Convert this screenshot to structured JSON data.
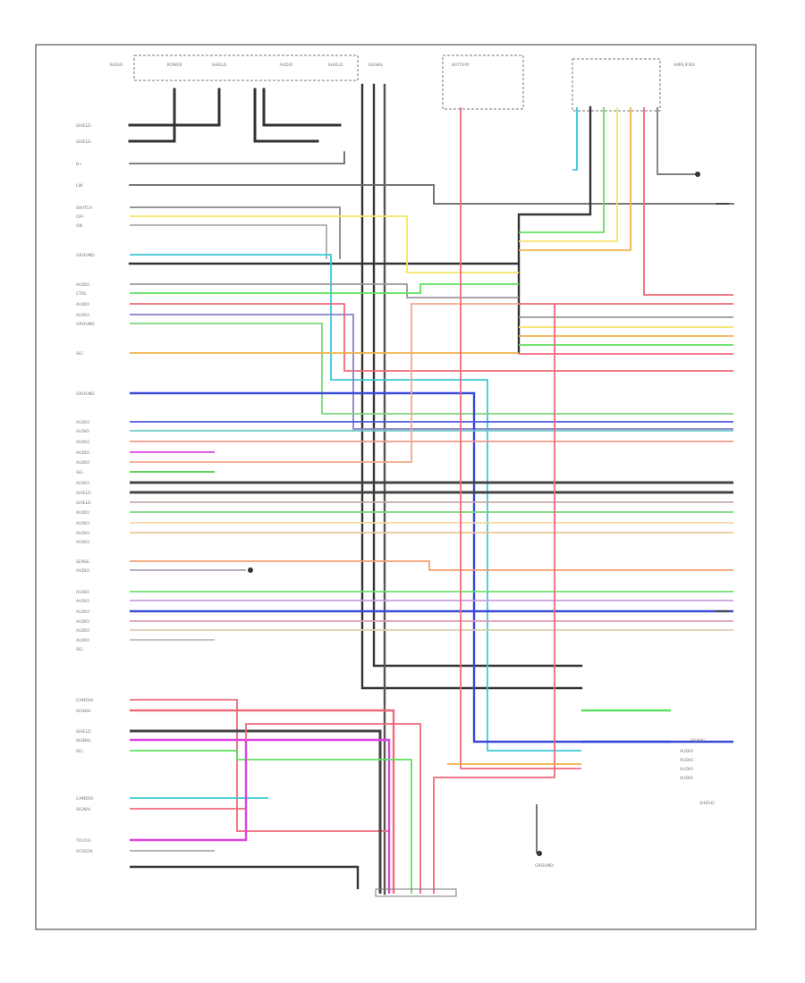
{
  "diagram": {
    "left_labels": [
      "SHIELD",
      "SHIELD",
      "B+",
      "LIN",
      "SWITCH",
      "OFF",
      "ON",
      "GROUND",
      "AUDIO",
      "CTRL",
      "AUDIO",
      "AUDIO",
      "GROUND",
      "SIG",
      "GROUND",
      "AUDIO",
      "AUDIO",
      "AUDIO",
      "AUDIO",
      "AUDIO",
      "SIG",
      "AUDIO",
      "SHIELD",
      "SHIELD",
      "AUDIO",
      "AUDIO",
      "AUDIO",
      "AUDIO",
      "SENSE",
      "AUDIO",
      "AUDIO",
      "AUDIO",
      "AUDIO",
      "AUDIO",
      "AUDIO",
      "AUDIO",
      "SIG",
      "CAMERA",
      "SIGNAL",
      "SHIELD",
      "SIGNAL",
      "SIG",
      "CAMERA",
      "SIGNAL",
      "TOUCH",
      "SCREEN"
    ],
    "top_labels": [
      "RADIO",
      "POWER",
      "SHIELD",
      "AUDIO",
      "SHIELD",
      "SIGNAL",
      "BATTERY",
      "AMPLIFIER"
    ],
    "right_labels": [
      "SIGNAL",
      "AUDIO",
      "AUDIO",
      "AUDIO",
      "AUDIO",
      "SHIELD",
      "GROUND"
    ]
  }
}
